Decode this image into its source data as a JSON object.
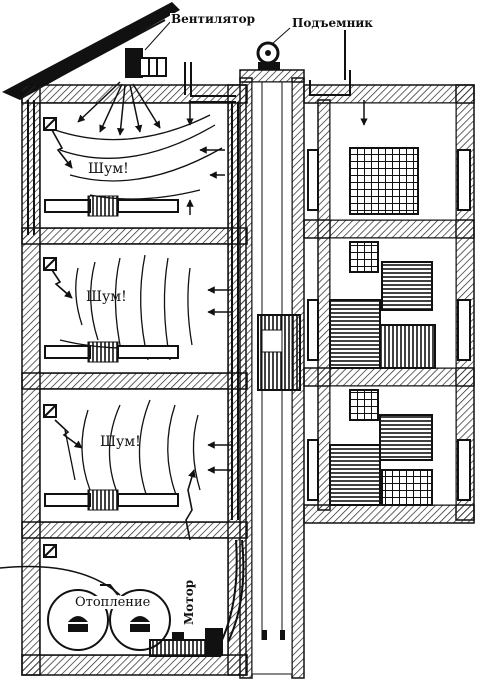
{
  "labels": {
    "ventilator": "Вентилятор",
    "elevator": "Подъемник",
    "noise_1": "Шум!",
    "noise_2": "Шум!",
    "noise_3": "Шум!",
    "heating": "Отопление",
    "motor": "Мотор"
  }
}
